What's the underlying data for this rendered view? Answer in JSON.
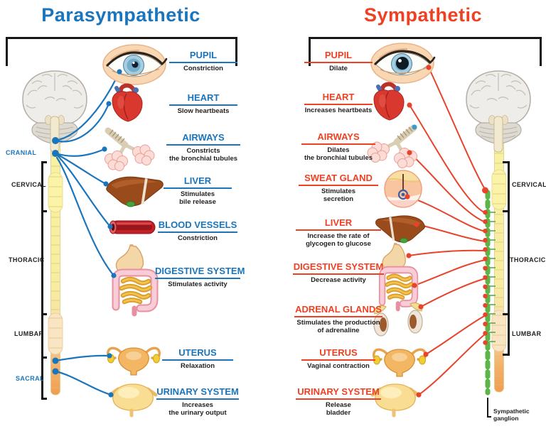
{
  "left_panel": {
    "title": "Parasympathetic",
    "accent_color": "#1b75bc",
    "items": [
      {
        "label": "PUPIL",
        "desc": "Constriction"
      },
      {
        "label": "HEART",
        "desc": "Slow heartbeats"
      },
      {
        "label": "AIRWAYS",
        "desc": "Constricts\nthe bronchial tubules"
      },
      {
        "label": "LIVER",
        "desc": "Stimulates\nbile release"
      },
      {
        "label": "BLOOD VESSELS",
        "desc": "Constriction"
      },
      {
        "label": "DIGESTIVE SYSTEM",
        "desc": "Stimulates activity"
      },
      {
        "label": "UTERUS",
        "desc": "Relaxation"
      },
      {
        "label": "URINARY SYSTEM",
        "desc": "Increases\nthe urinary output"
      }
    ],
    "spine_regions": [
      {
        "label": "CRANIAL",
        "color": "#1b75bc"
      },
      {
        "label": "CERVICAL",
        "color": "#231f20"
      },
      {
        "label": "THORACIC",
        "color": "#231f20"
      },
      {
        "label": "LUMBAR",
        "color": "#231f20"
      },
      {
        "label": "SACRAL",
        "color": "#1b75bc"
      }
    ],
    "illustrations": [
      "brain",
      "spinal-cord",
      "eye",
      "heart",
      "airways",
      "liver",
      "blood-vessel",
      "digestive-system",
      "uterus",
      "urinary-bladder"
    ]
  },
  "right_panel": {
    "title": "Sympathetic",
    "accent_color": "#ee4123",
    "items": [
      {
        "label": "PUPIL",
        "desc": "Dilate"
      },
      {
        "label": "HEART",
        "desc": "Increases heartbeats"
      },
      {
        "label": "AIRWAYS",
        "desc": "Dilates\nthe bronchial tubules"
      },
      {
        "label": "SWEAT GLAND",
        "desc": "Stimulates\nsecretion"
      },
      {
        "label": "LIVER",
        "desc": "Increase the rate of\nglycogen to glucose"
      },
      {
        "label": "DIGESTIVE SYSTEM",
        "desc": "Decrease activity"
      },
      {
        "label": "ADRENAL GLANDS",
        "desc": "Stimulates the production\nof adrenaline"
      },
      {
        "label": "UTERUS",
        "desc": "Vaginal contraction"
      },
      {
        "label": "URINARY SYSTEM",
        "desc": "Release\nbladder"
      }
    ],
    "spine_regions": [
      {
        "label": "CERVICAL",
        "color": "#231f20"
      },
      {
        "label": "THORACIC",
        "color": "#231f20"
      },
      {
        "label": "LUMBAR",
        "color": "#231f20"
      }
    ],
    "ganglion_label": "Sympathetic\nganglion",
    "illustrations": [
      "eye",
      "heart",
      "airways",
      "sweat-gland",
      "liver",
      "digestive-system",
      "adrenal-glands",
      "uterus",
      "urinary-bladder",
      "brain",
      "spinal-cord",
      "sympathetic-ganglion-chain"
    ]
  },
  "colors": {
    "parasympathetic_accent": "#1b75bc",
    "sympathetic_accent": "#ee4123",
    "bracket": "#161616",
    "spine_yellow": "#f7eda0",
    "spine_sacral_orange": "#ef9e52",
    "ganglion_green": "#5bb547",
    "text": "#231f20"
  }
}
